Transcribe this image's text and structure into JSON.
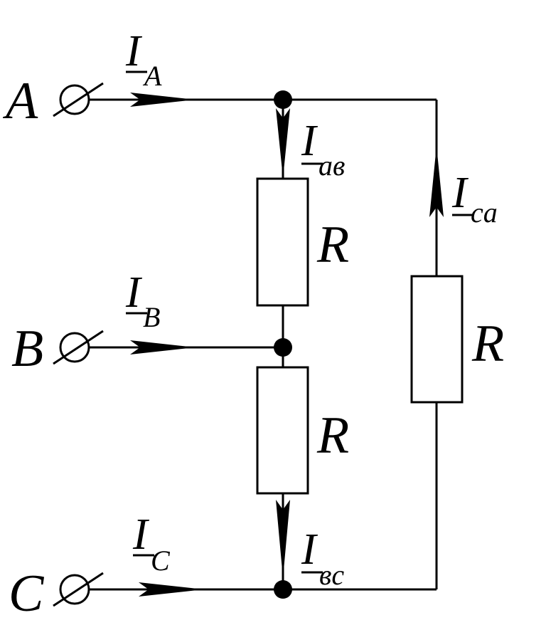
{
  "terminals": {
    "a": "A",
    "b": "B",
    "c": "C"
  },
  "currents": {
    "ia": {
      "main": "I",
      "sub": "A"
    },
    "ib": {
      "main": "I",
      "sub": "B"
    },
    "ic": {
      "main": "I",
      "sub": "C"
    },
    "iab": {
      "main": "I",
      "sub": "aв"
    },
    "ibc": {
      "main": "I",
      "sub": "вc"
    },
    "ica": {
      "main": "I",
      "sub": "ca"
    }
  },
  "resistors": {
    "r_ab": "R",
    "r_bc": "R",
    "r_ca": "R"
  }
}
